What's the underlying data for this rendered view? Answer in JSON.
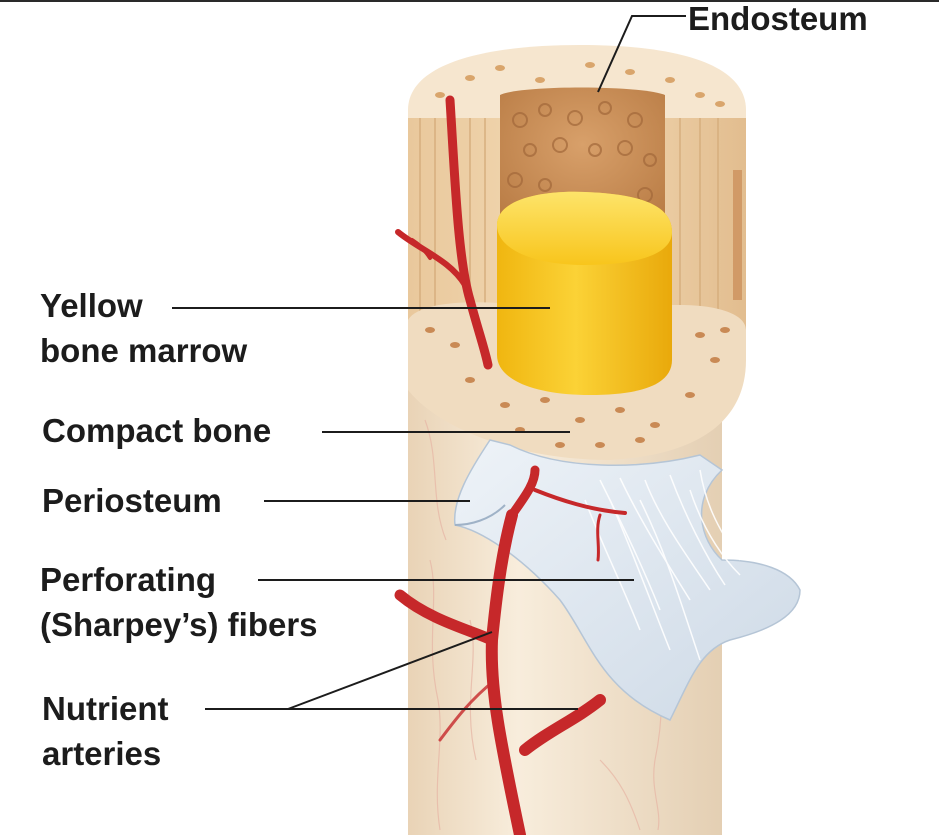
{
  "title": "",
  "labels": {
    "endosteum": "Endosteum",
    "yellow_marrow": [
      "Yellow",
      "bone marrow"
    ],
    "compact_bone": "Compact bone",
    "periosteum": "Periosteum",
    "perforating": [
      "Perforating",
      "(Sharpey’s) fibers"
    ],
    "nutrient": [
      "Nutrient",
      "arteries"
    ]
  },
  "colors": {
    "background": "#ffffff",
    "bone": "#f4e4cd",
    "compact_bone": "#ecd4b0",
    "spongy_bone": "#c98c52",
    "yellow_marrow": "#f7c51b",
    "artery": "#c6282a",
    "periosteum": "#dfe7f0",
    "leader_line": "#1c1c1c"
  }
}
